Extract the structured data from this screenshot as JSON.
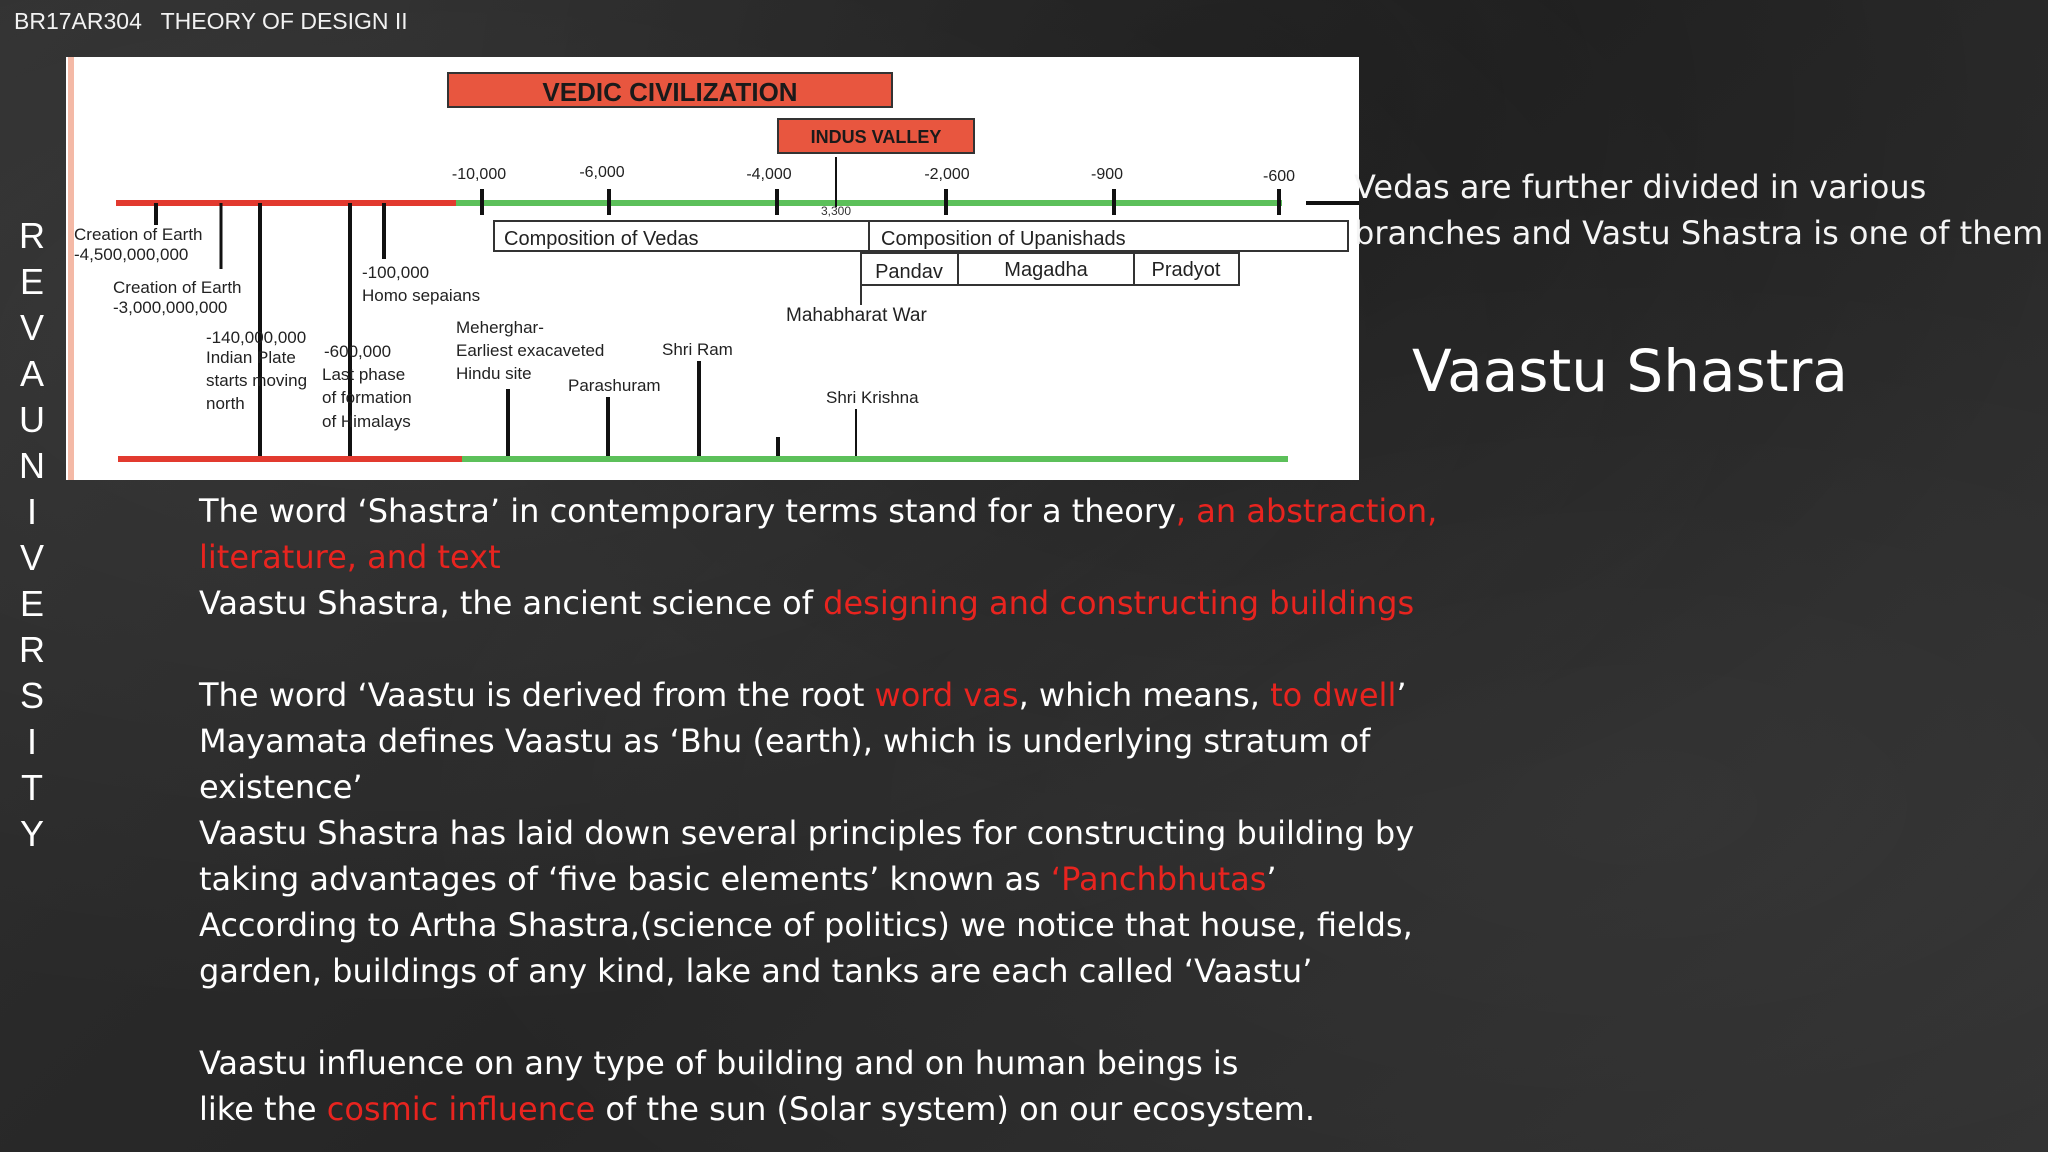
{
  "header": {
    "course": "BR17AR304   THEORY OF DESIGN II"
  },
  "vertical_letters": [
    "R",
    "E",
    "V",
    "A",
    "U",
    "N",
    "I",
    "V",
    "E",
    "R",
    "S",
    "I",
    "T",
    "Y"
  ],
  "timeline": {
    "title": "VEDIC CIVILIZATION",
    "subtitle": "INDUS VALLEY",
    "ticks": [
      "-10,000",
      "-6,000",
      "-4,000",
      "-2,000",
      "-900",
      "-600"
    ],
    "mark_3300": "3,300",
    "bar_vedas": "Composition of Vedas",
    "bar_upanishads": "Composition of Upanishads",
    "boxes": [
      "Pandav",
      "Magadha",
      "Pradyot"
    ],
    "mahabharat": "Mahabharat War",
    "left_events": [
      [
        "Creation of Earth",
        "-4,500,000,000"
      ],
      [
        "Creation of Earth",
        "-3,000,000,000"
      ],
      [
        "-140,000,000",
        "Indian Plate",
        "starts moving",
        "north"
      ],
      [
        "-600,000",
        "Last phase",
        "of formation",
        "of Himalays"
      ],
      [
        "-100,000",
        "Homo sepaians"
      ],
      [
        "Meherghar-",
        "Earliest exacaveted",
        "Hindu site"
      ]
    ],
    "parashuram": "Parashuram",
    "shri_ram": "Shri Ram",
    "shri_krishna": "Shri Krishna"
  },
  "right_note": {
    "line1": "Vedas are further divided in various",
    "line2": "branches and Vastu Shastra is one of them"
  },
  "title": "Vaastu Shastra",
  "body": {
    "p1_a": "The word ‘Shastra’ in contemporary terms stand for a theory",
    "p1_b": ", an abstraction, literature, and text",
    "p2_a": "Vaastu Shastra, the ancient science of ",
    "p2_b": "designing and constructing buildings",
    "p3_a": "The word ‘Vaastu is derived from the root ",
    "p3_b": "word vas",
    "p3_c": ", which means, ",
    "p3_d": "to dwell",
    "p3_e": "’",
    "p4": "Mayamata defines Vaastu as ‘Bhu (earth), which is underlying stratum of existence’",
    "p5_a": "Vaastu Shastra has laid down several principles for constructing building by taking advantages of ‘five basic elements’ known as ",
    "p5_b": "‘Panchbhutas",
    "p5_c": "’",
    "p6": "According to Artha Shastra,(science of politics) we notice that house, fields, garden, buildings of any kind, lake and tanks are each called ‘Vaastu’",
    "p7_a": "Vaastu influence on any type of building and on human beings is",
    "p7_b": "like the ",
    "p7_c": "cosmic influence",
    "p7_d": " of the sun (Solar system) on our ecosystem."
  }
}
